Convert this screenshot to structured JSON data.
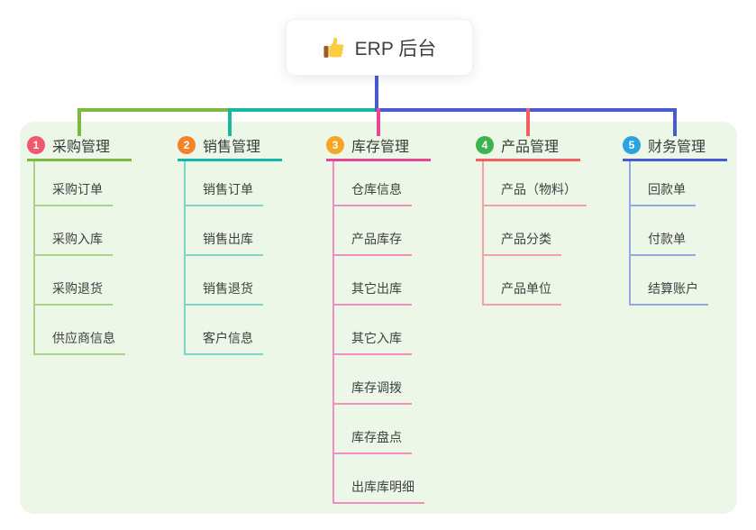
{
  "root": {
    "label": "ERP 后台",
    "icon": "thumbs-up"
  },
  "canvas": {
    "background": "#ffffff",
    "panel_background": "#ecf7e8"
  },
  "trunk_color": "#4a5bd0",
  "branches": [
    {
      "index": "1",
      "title": "采购管理",
      "badge_color": "#f1586e",
      "line_color": "#7cb93e",
      "child_line_color": "#a8d389",
      "children": [
        "采购订单",
        "采购入库",
        "采购退货",
        "供应商信息"
      ]
    },
    {
      "index": "2",
      "title": "销售管理",
      "badge_color": "#f5822a",
      "line_color": "#16b8a3",
      "child_line_color": "#7fd6c8",
      "children": [
        "销售订单",
        "销售出库",
        "销售退货",
        "客户信息"
      ]
    },
    {
      "index": "3",
      "title": "库存管理",
      "badge_color": "#f5a623",
      "line_color": "#e74694",
      "child_line_color": "#f090c0",
      "children": [
        "仓库信息",
        "产品库存",
        "其它出库",
        "其它入库",
        "库存调拨",
        "库存盘点",
        "出库库明细"
      ]
    },
    {
      "index": "4",
      "title": "产品管理",
      "badge_color": "#3db350",
      "line_color": "#f15f63",
      "child_line_color": "#f5a0a4",
      "children": [
        "产品（物料）",
        "产品分类",
        "产品单位"
      ]
    },
    {
      "index": "5",
      "title": "财务管理",
      "badge_color": "#29a4e0",
      "line_color": "#4a5bd0",
      "child_line_color": "#95a6e2",
      "children": [
        "回款单",
        "付款单",
        "结算账户"
      ]
    }
  ]
}
